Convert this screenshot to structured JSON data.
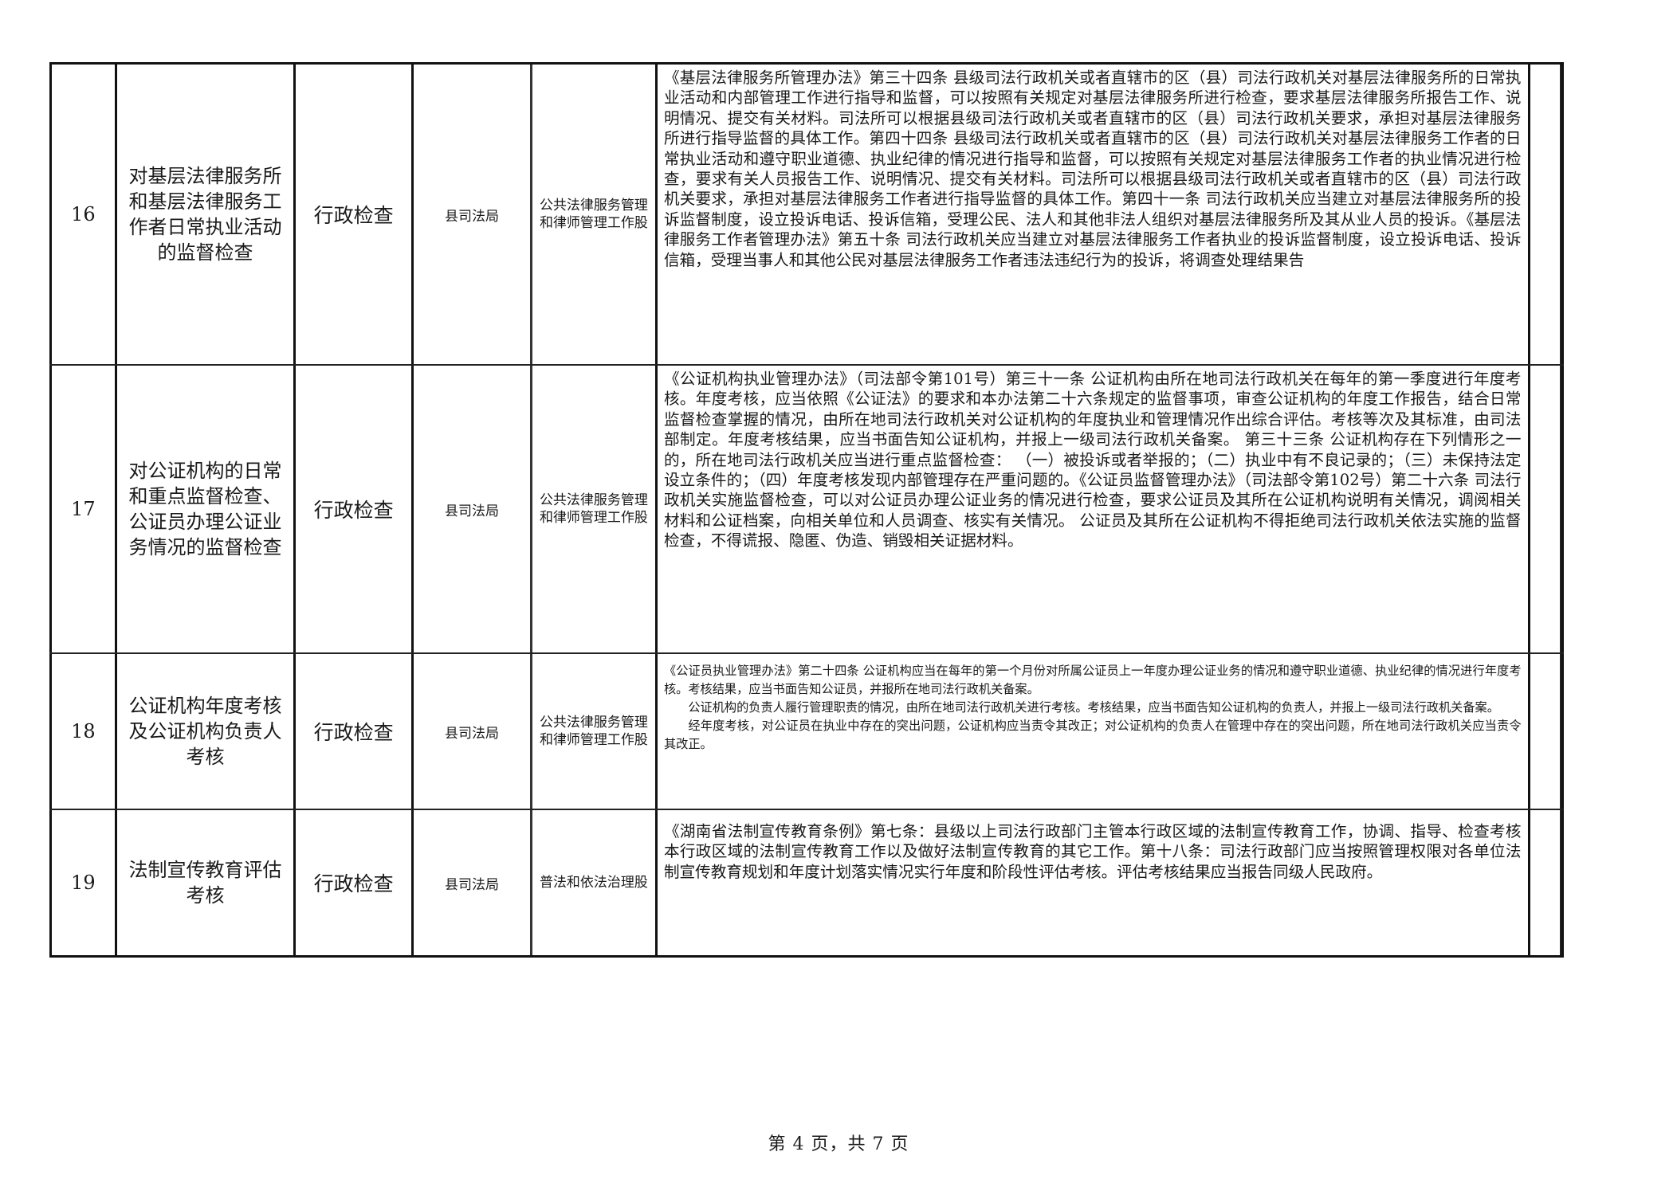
{
  "rows": [
    {
      "no": "16",
      "name": "对基层法律服务所和基层法律服务工作者日常执业活动的监督检查",
      "type": "行政检查",
      "authority": "县司法局",
      "dept": "公共法律服务管理和律师管理工作股",
      "basis": "《基层法律服务所管理办法》第三十四条 县级司法行政机关或者直辖市的区（县）司法行政机关对基层法律服务所的日常执业活动和内部管理工作进行指导和监督，可以按照有关规定对基层法律服务所进行检查，要求基层法律服务所报告工作、说明情况、提交有关材料。司法所可以根据县级司法行政机关或者直辖市的区（县）司法行政机关要求，承担对基层法律服务所进行指导监督的具体工作。第四十四条 县级司法行政机关或者直辖市的区（县）司法行政机关对基层法律服务工作者的日常执业活动和遵守职业道德、执业纪律的情况进行指导和监督，可以按照有关规定对基层法律服务工作者的执业情况进行检查，要求有关人员报告工作、说明情况、提交有关材料。司法所可以根据县级司法行政机关或者直辖市的区（县）司法行政机关要求，承担对基层法律服务工作者进行指导监督的具体工作。第四十一条 司法行政机关应当建立对基层法律服务所的投诉监督制度，设立投诉电话、投诉信箱，受理公民、法人和其他非法人组织对基层法律服务所及其从业人员的投诉。《基层法律服务工作者管理办法》第五十条 司法行政机关应当建立对基层法律服务工作者执业的投诉监督制度，设立投诉电话、投诉信箱，受理当事人和其他公民对基层法律服务工作者违法违纪行为的投诉，将调查处理结果告"
    },
    {
      "no": "17",
      "name": "对公证机构的日常和重点监督检查、公证员办理公证业务情况的监督检查",
      "type": "行政检查",
      "authority": "县司法局",
      "dept": "公共法律服务管理和律师管理工作股",
      "basis": "《公证机构执业管理办法》（司法部令第101号）第三十一条 公证机构由所在地司法行政机关在每年的第一季度进行年度考核。年度考核，应当依照《公证法》的要求和本办法第二十六条规定的监督事项，审查公证机构的年度工作报告，结合日常监督检查掌握的情况，由所在地司法行政机关对公证机构的年度执业和管理情况作出综合评估。考核等次及其标准，由司法部制定。年度考核结果，应当书面告知公证机构，并报上一级司法行政机关备案。 第三十三条 公证机构存在下列情形之一的，所在地司法行政机关应当进行重点监督检查： （一）被投诉或者举报的；（二）执业中有不良记录的；（三）未保持法定设立条件的；（四）年度考核发现内部管理存在严重问题的。《公证员监督管理办法》（司法部令第102号）第二十六条 司法行政机关实施监督检查，可以对公证员办理公证业务的情况进行检查，要求公证员及其所在公证机构说明有关情况，调阅相关材料和公证档案，向相关单位和人员调查、核实有关情况。 公证员及其所在公证机构不得拒绝司法行政机关依法实施的监督检查，不得谎报、隐匿、伪造、销毁相关证据材料。"
    },
    {
      "no": "18",
      "name": "公证机构年度考核及公证机构负责人考核",
      "type": "行政检查",
      "authority": "县司法局",
      "dept": "公共法律服务管理和律师管理工作股",
      "basis_paragraphs": [
        "《公证员执业管理办法》第二十四条 公证机构应当在每年的第一个月份对所属公证员上一年度办理公证业务的情况和遵守职业道德、执业纪律的情况进行年度考核。考核结果，应当书面告知公证员，并报所在地司法行政机关备案。",
        "公证机构的负责人履行管理职责的情况，由所在地司法行政机关进行考核。考核结果，应当书面告知公证机构的负责人，并报上一级司法行政机关备案。",
        "经年度考核，对公证员在执业中存在的突出问题，公证机构应当责令其改正；对公证机构的负责人在管理中存在的突出问题，所在地司法行政机关应当责令其改正。"
      ]
    },
    {
      "no": "19",
      "name": "法制宣传教育评估考核",
      "type": "行政检查",
      "authority": "县司法局",
      "dept": "普法和依法治理股",
      "basis": "《湖南省法制宣传教育条例》第七条：县级以上司法行政部门主管本行政区域的法制宣传教育工作，协调、指导、检查考核本行政区域的法制宣传教育工作以及做好法制宣传教育的其它工作。第十八条：司法行政部门应当按照管理权限对各单位法制宣传教育规划和年度计划落实情况实行年度和阶段性评估考核。评估考核结果应当报告同级人民政府。"
    }
  ],
  "footer": "第 4 页，共 7 页"
}
